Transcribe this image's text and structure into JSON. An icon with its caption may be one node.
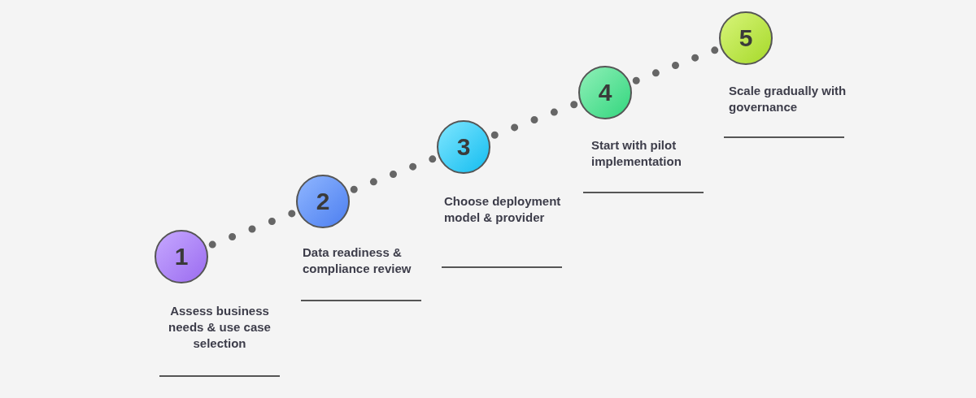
{
  "diagram": {
    "nodes": [
      {
        "text": [
          "1"
        ],
        "beside": [
          "Assess business needs & use case selection"
        ]
      },
      {
        "text": [
          "2"
        ],
        "beside": [
          "Data readiness & compliance review"
        ]
      },
      {
        "text": [
          "3"
        ],
        "beside": [
          "Choose deployment model & provider"
        ]
      },
      {
        "text": [
          "4"
        ],
        "beside": [
          "Start with pilot implementation"
        ]
      },
      {
        "text": [
          "5"
        ],
        "beside": [
          "Scale gradually with governance"
        ]
      }
    ],
    "edges": [
      {
        "from": 0,
        "to": 1,
        "arrow": "none",
        "style": "dashed"
      },
      {
        "from": 1,
        "to": 2,
        "arrow": "none",
        "style": "dashed"
      },
      {
        "from": 2,
        "to": 3,
        "arrow": "none",
        "style": "dashed"
      },
      {
        "from": 3,
        "to": 4,
        "arrow": "none",
        "style": "dashed"
      }
    ]
  }
}
